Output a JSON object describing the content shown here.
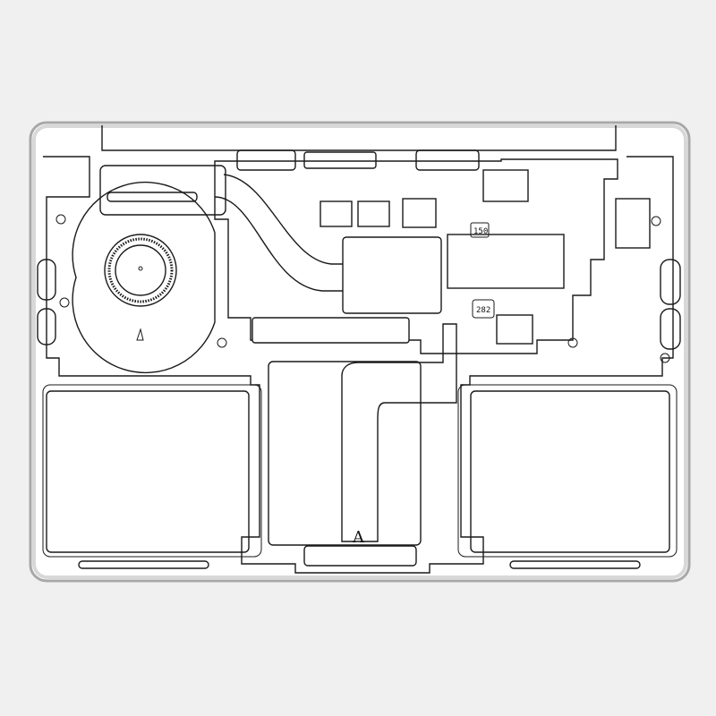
{
  "diagram": {
    "component_labels": [
      "150",
      "282"
    ],
    "logo_text": "A",
    "colors": {
      "background": "#f0f0f0",
      "body": "#ffffff",
      "frame": "#a8a8a8",
      "line": "#1a1a1a"
    }
  }
}
